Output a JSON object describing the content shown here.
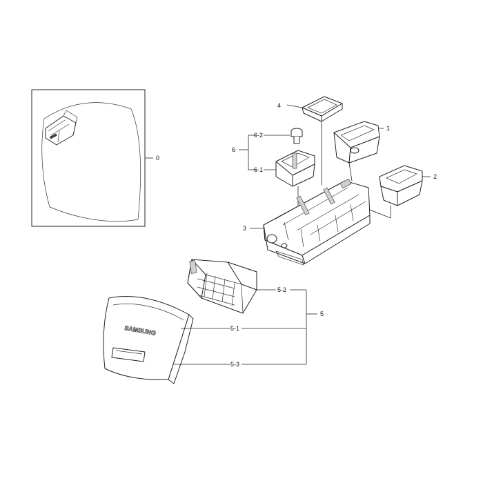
{
  "labels": {
    "part_0": "0",
    "part_1": "1",
    "part_2": "2",
    "part_3": "3",
    "part_4": "4",
    "part_5": "5",
    "part_5_1": "5-1",
    "part_5_2": "5-2",
    "part_5_3": "5-3",
    "part_6": "6",
    "part_6_1": "6-1",
    "part_6_2": "6-2"
  },
  "brand_text": "SAMSUNG"
}
